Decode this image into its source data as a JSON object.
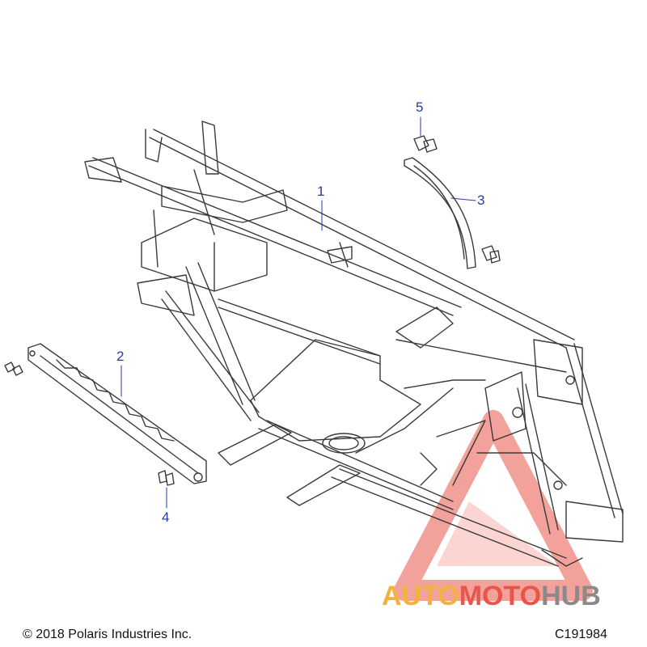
{
  "callouts": {
    "c1": "1",
    "c2": "2",
    "c3": "3",
    "c4": "4",
    "c5": "5"
  },
  "footer": {
    "copyright": "© 2018 Polaris Industries Inc.",
    "drawing_code": "C191984"
  },
  "watermark": {
    "part1": "AUTO",
    "part2": "MOTO",
    "part3": "HUB"
  },
  "colors": {
    "line": "#3a3a3a",
    "callout": "#2a39a8",
    "wm_orange": "#f3b13d",
    "wm_red": "#e8564b",
    "wm_gray": "#8a8a8a"
  }
}
